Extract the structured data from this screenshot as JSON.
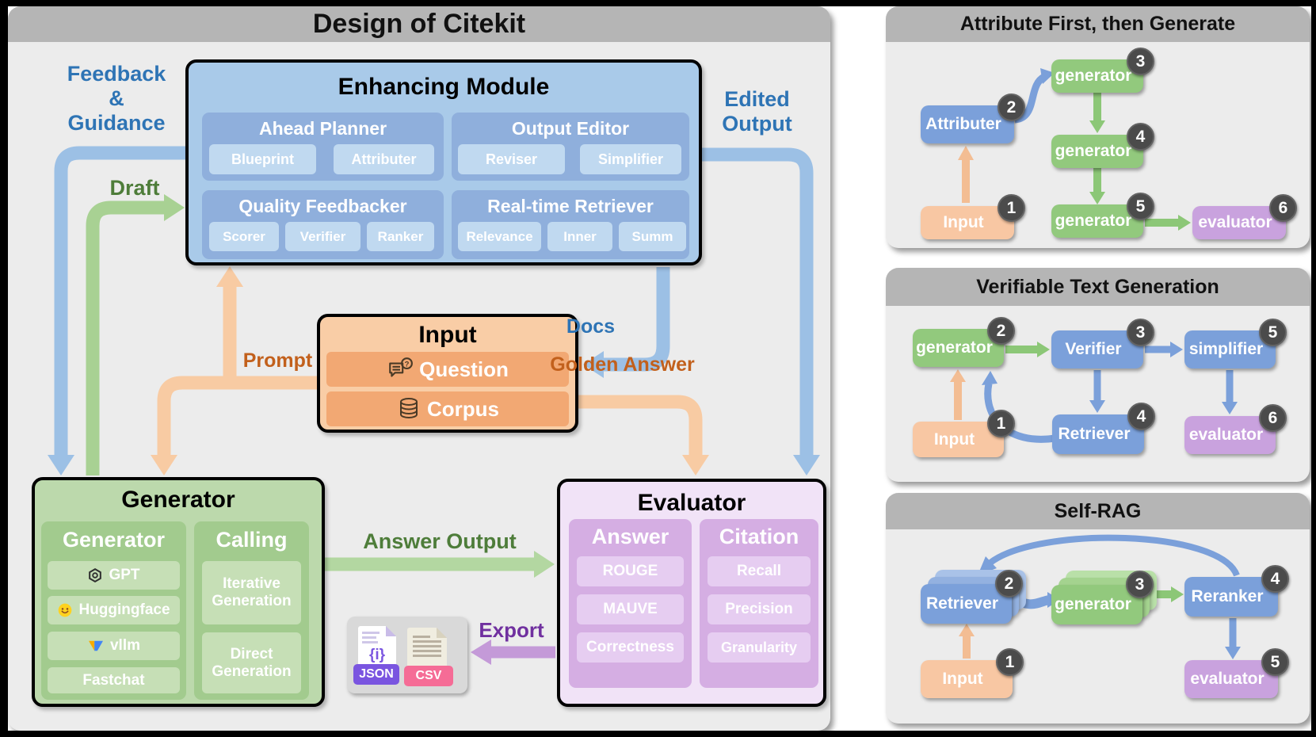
{
  "window": {
    "title": "Design of Citekit"
  },
  "colors": {
    "title_bar": "#b5b5b5",
    "panel_bg": "#ececec",
    "enhancing_fill": "#a9cae9",
    "enhancing_sub": "#8fafdc",
    "enhancing_chip": "#c0d9f0",
    "input_fill": "#f9cda6",
    "input_row": "#f2a873",
    "generator_fill": "#bcd9ac",
    "generator_sub": "#a2cb8e",
    "generator_item": "#c6dfb6",
    "evaluator_fill": "#f1e3f7",
    "evaluator_sub": "#d5aee3",
    "evaluator_chip": "#e6cdf1",
    "arrow_blue": "#9cc0e5",
    "arrow_green": "#a8d193",
    "arrow_orange": "#f8cba3",
    "arrow_purple": "#c49ad8",
    "label_blue": "#2e74b5",
    "label_green": "#4e7d3a",
    "label_orange": "#c2601c",
    "label_purple": "#70309f",
    "node_blue": "#7ba0da",
    "node_green": "#92c97d",
    "node_peach": "#f8c7a3",
    "node_purple": "#c9a2de",
    "badge": "#4b4b4b",
    "json_accent": "#7a55e0",
    "csv_accent": "#f56c96"
  },
  "main": {
    "enhancing": {
      "title": "Enhancing Module",
      "panels": [
        {
          "title": "Ahead Planner",
          "chips": [
            "Blueprint",
            "Attributer"
          ]
        },
        {
          "title": "Output Editor",
          "chips": [
            "Reviser",
            "Simplifier"
          ]
        },
        {
          "title": "Quality Feedbacker",
          "chips": [
            "Scorer",
            "Verifier",
            "Ranker"
          ]
        },
        {
          "title": "Real-time Retriever",
          "chips": [
            "Relevance",
            "Inner",
            "Summ"
          ]
        }
      ]
    },
    "input": {
      "title": "Input",
      "rows": [
        {
          "icon": "question-icon",
          "label": "Question"
        },
        {
          "icon": "database-icon",
          "label": "Corpus"
        }
      ]
    },
    "generator": {
      "title": "Generator",
      "model_panel": {
        "title": "Generator",
        "items": [
          {
            "icon": "openai-icon",
            "label": "GPT"
          },
          {
            "icon": "huggingface-icon",
            "label": "Huggingface"
          },
          {
            "icon": "vllm-icon",
            "label": "vllm"
          },
          {
            "icon": "none",
            "label": "Fastchat"
          }
        ]
      },
      "calling_panel": {
        "title": "Calling",
        "items": [
          {
            "label": "Iterative Generation"
          },
          {
            "label": "Direct Generation"
          }
        ]
      }
    },
    "evaluator": {
      "title": "Evaluator",
      "answer_panel": {
        "title": "Answer",
        "chips": [
          "ROUGE",
          "MAUVE",
          "Correctness"
        ]
      },
      "citation_panel": {
        "title": "Citation",
        "chips": [
          "Recall",
          "Precision",
          "Granularity"
        ]
      }
    },
    "flow_labels": {
      "feedback_lines": [
        "Feedback",
        "&",
        "Guidance"
      ],
      "draft": "Draft",
      "prompt": "Prompt",
      "docs": "Docs",
      "golden_answer": "Golden Answer",
      "edited_output_lines": [
        "Edited",
        "Output"
      ],
      "answer_output": "Answer Output",
      "export": "Export"
    },
    "export_files": [
      {
        "type": "json",
        "glyph": "{i}",
        "label": "JSON"
      },
      {
        "type": "csv",
        "label": "CSV"
      }
    ]
  },
  "pipelines": [
    {
      "title": "Attribute First, then Generate",
      "nodes": [
        {
          "label": "Input",
          "badge": "1"
        },
        {
          "label": "Attributer",
          "badge": "2"
        },
        {
          "label": "generator",
          "badge": "3"
        },
        {
          "label": "generator",
          "badge": "4"
        },
        {
          "label": "generator",
          "badge": "5"
        },
        {
          "label": "evaluator",
          "badge": "6"
        }
      ]
    },
    {
      "title": "Verifiable Text Generation",
      "nodes": [
        {
          "label": "Input",
          "badge": "1"
        },
        {
          "label": "generator",
          "badge": "2"
        },
        {
          "label": "Verifier",
          "badge": "3"
        },
        {
          "label": "Retriever",
          "badge": "4"
        },
        {
          "label": "simplifier",
          "badge": "5"
        },
        {
          "label": "evaluator",
          "badge": "6"
        }
      ]
    },
    {
      "title": "Self-RAG",
      "nodes": [
        {
          "label": "Input",
          "badge": "1"
        },
        {
          "label": "Retriever",
          "badge": "2"
        },
        {
          "label": "generator",
          "badge": "3"
        },
        {
          "label": "Reranker",
          "badge": "4"
        },
        {
          "label": "evaluator",
          "badge": "5"
        }
      ]
    }
  ]
}
